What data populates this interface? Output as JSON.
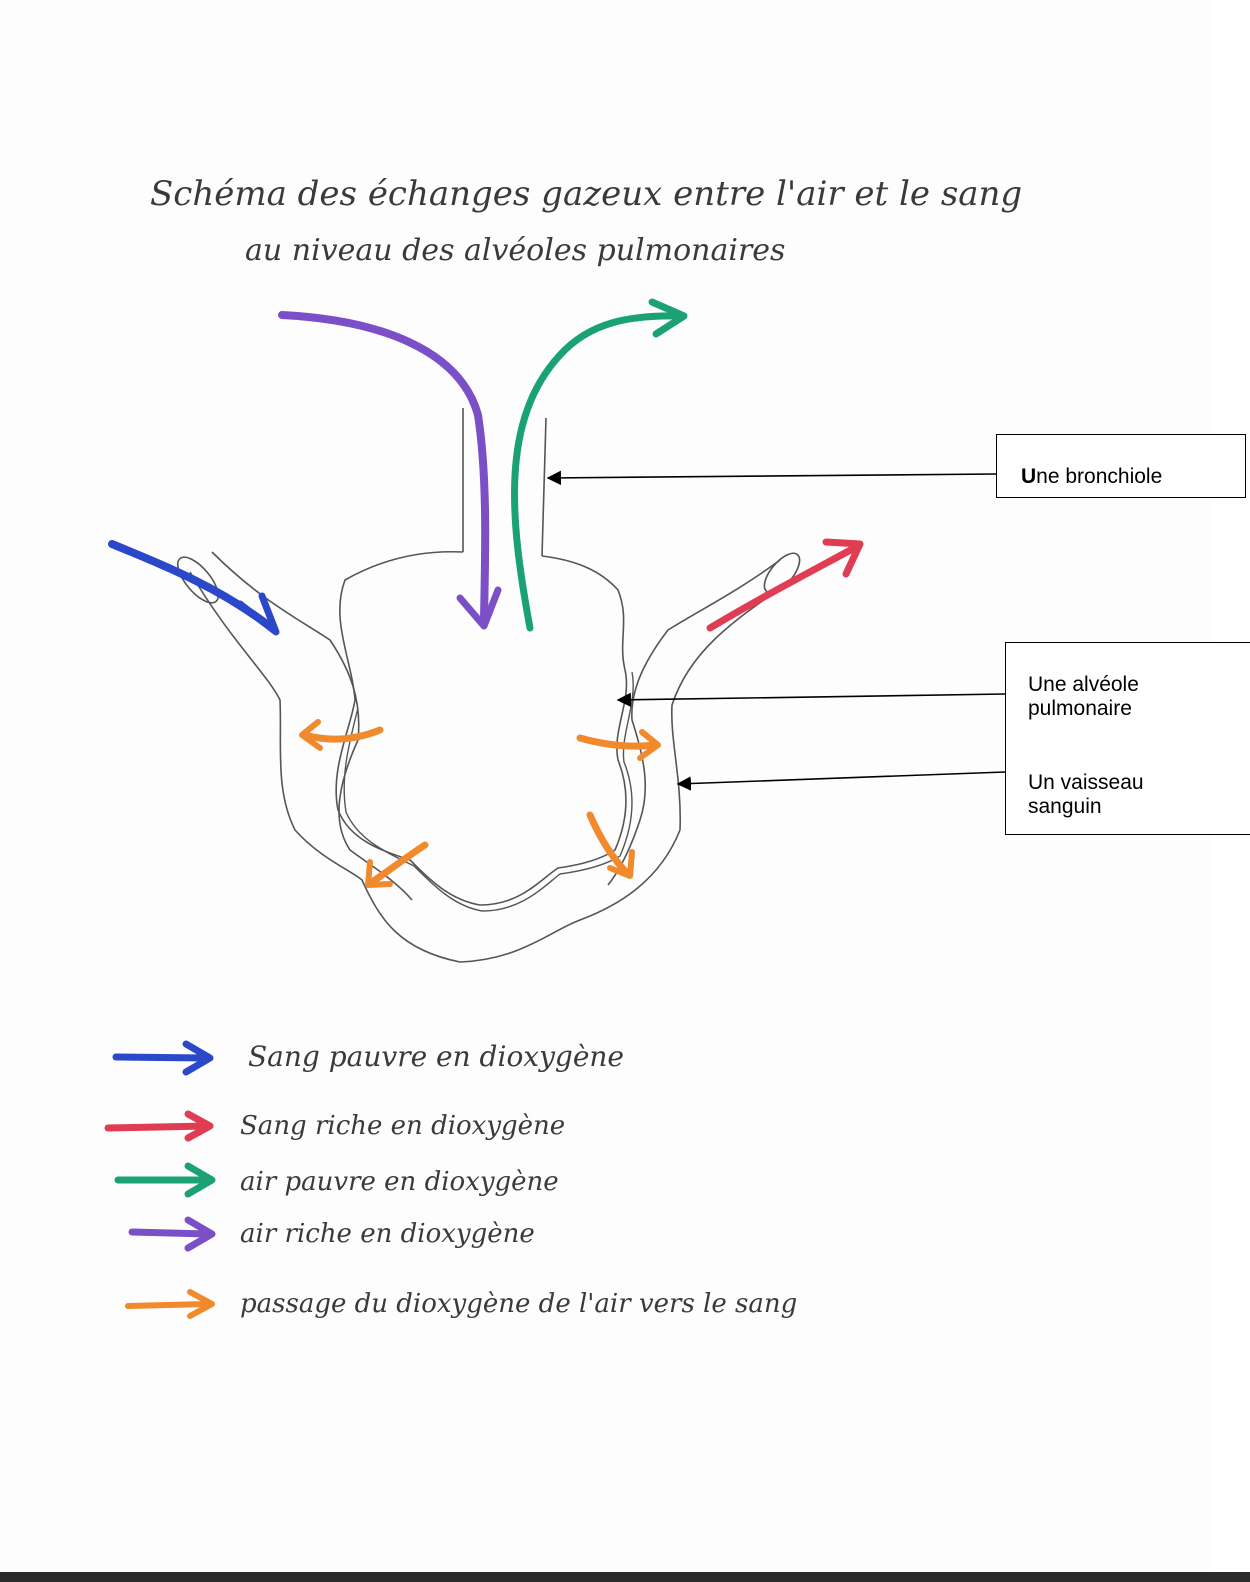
{
  "title_line1": "Schéma des échanges gazeux entre l'air et le sang",
  "title_line2": "au niveau des alvéoles pulmonaires",
  "labels": {
    "bronchiole_first": "U",
    "bronchiole_rest": "ne bronchiole",
    "alveole_line1": "Une alvéole",
    "alveole_line2": "pulmonaire",
    "vaisseau_line1": "Un vaisseau",
    "vaisseau_line2": "sanguin"
  },
  "legend": [
    {
      "text": "Sang pauvre en dioxygène",
      "color": "#2a48c9"
    },
    {
      "text": "Sang riche en dioxygène",
      "color": "#e03c52"
    },
    {
      "text": "air pauvre en dioxygène",
      "color": "#1aa274"
    },
    {
      "text": "air riche en dioxygène",
      "color": "#7b4fc7"
    },
    {
      "text": "passage du dioxygène de l'air vers le sang",
      "color": "#f08a2c"
    }
  ],
  "colors": {
    "blue": "#2a48c9",
    "red": "#e03c52",
    "green": "#1aa274",
    "purple": "#7b4fc7",
    "orange": "#f08a2c",
    "pencil": "#555555"
  }
}
